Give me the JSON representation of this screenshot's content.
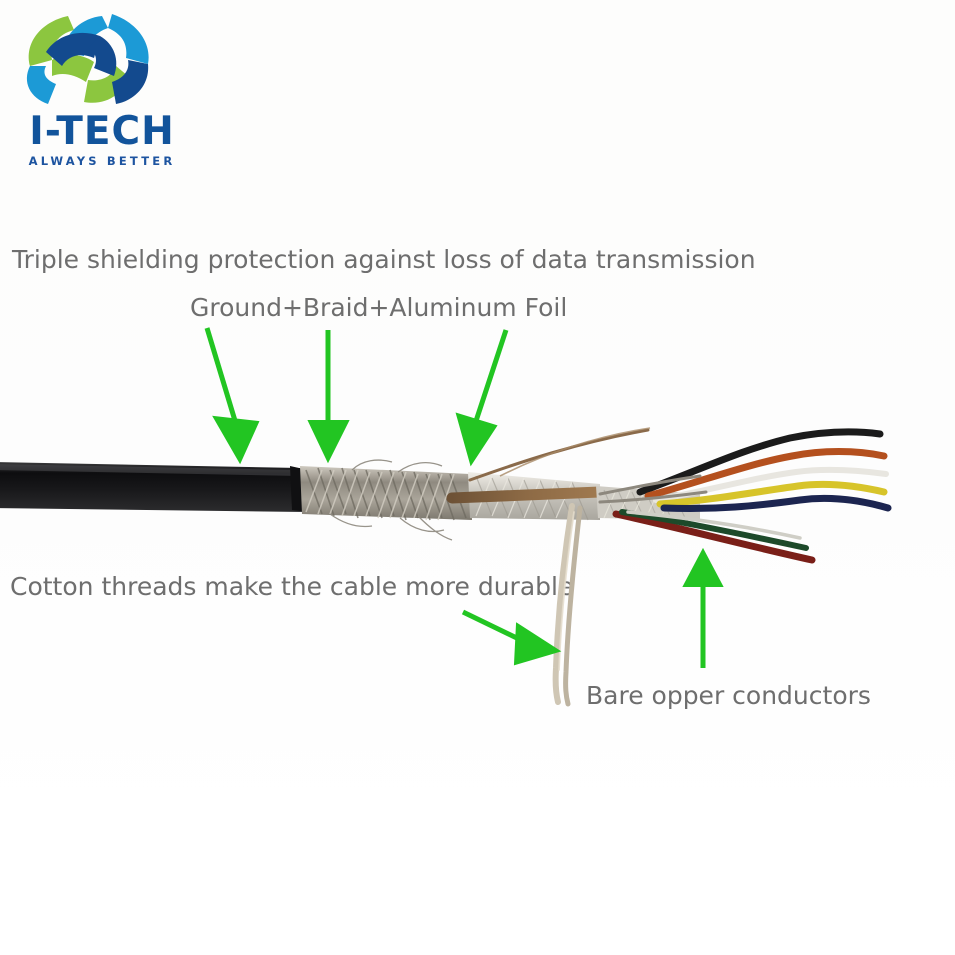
{
  "brand": {
    "name": "I-TECH",
    "tagline": "ALWAYS BETTER",
    "logo_icon": "triskelion-swirl-icon",
    "colors": {
      "navy": "#12549b",
      "cyan": "#1c9ad6",
      "green": "#8cc63f",
      "wordmark": "#12549b"
    }
  },
  "annotations": {
    "shielding_line1": "Triple shielding protection against loss of data transmission",
    "shielding_line2": "Ground+Braid+Aluminum Foil",
    "cotton": "Cotton threads make the cable more durable",
    "copper": "Bare opper conductors",
    "text_color": "#6e6e6e"
  },
  "arrows": {
    "color": "#22c522",
    "items": [
      {
        "name": "arrow-ground-shield",
        "direction": "down-right",
        "points_to": "black-outer-jacket-edge"
      },
      {
        "name": "arrow-braid-shield",
        "direction": "down",
        "points_to": "braid-shield"
      },
      {
        "name": "arrow-aluminum-foil",
        "direction": "down-left",
        "points_to": "aluminum-foil-layer"
      },
      {
        "name": "arrow-cotton-threads",
        "direction": "down-right",
        "points_to": "cotton-threads"
      },
      {
        "name": "arrow-copper-conductors",
        "direction": "up",
        "points_to": "bare-copper-conductors"
      }
    ]
  },
  "cable": {
    "name": "stripped-shielded-cable",
    "layers": [
      {
        "name": "outer-jacket",
        "label": "Black PVC jacket",
        "color": "#151515"
      },
      {
        "name": "braid-shield",
        "label": "Braid shield",
        "color": "#9a958c"
      },
      {
        "name": "aluminum-foil",
        "label": "Aluminum foil",
        "color": "#d8d6d0"
      },
      {
        "name": "ground-drain",
        "label": "Ground / drain wire",
        "color": "#8a6a4a"
      },
      {
        "name": "cotton-threads",
        "label": "Cotton threads",
        "color": "#cfc6b4"
      }
    ],
    "conductors": [
      {
        "name": "conductor-black",
        "color": "#1b1b1b"
      },
      {
        "name": "conductor-orange",
        "color": "#b4501e"
      },
      {
        "name": "conductor-white",
        "color": "#e8e6e0"
      },
      {
        "name": "conductor-yellow",
        "color": "#d7c42a"
      },
      {
        "name": "conductor-navy",
        "color": "#1c2550"
      },
      {
        "name": "conductor-green",
        "color": "#1d4a2a"
      },
      {
        "name": "conductor-red",
        "color": "#7a1f18"
      }
    ]
  }
}
